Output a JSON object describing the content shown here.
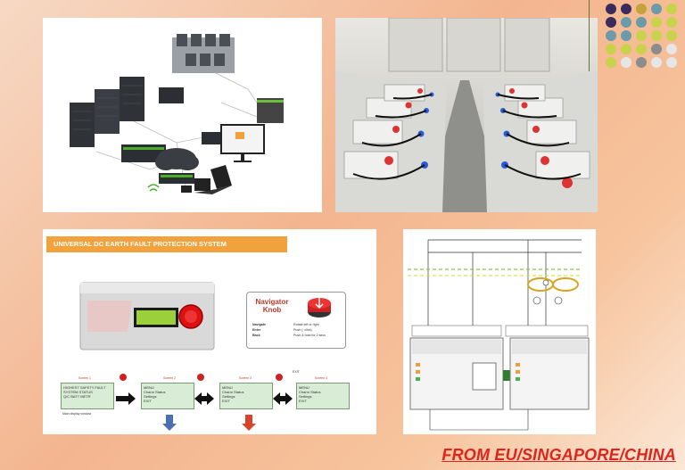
{
  "efps": {
    "title": "UNIVERSAL DC EARTH FAULT PROTECTION SYSTEM",
    "knob": {
      "title_line1": "Navigator",
      "title_line2": "Knob",
      "rows": [
        {
          "label": "Navigate",
          "desc": "Rotate left or right"
        },
        {
          "label": "Enter",
          "desc": "Push (: click)"
        },
        {
          "label": "Back",
          "desc": "Push & hold for 2 secs"
        }
      ]
    },
    "screens": [
      {
        "label": "Screen 1",
        "lines": [
          "HIGHEST SAFETY FAULT",
          "SYSTEM STATUS",
          "Q/C BATT METR"
        ]
      },
      {
        "label": "Screen 2",
        "lines": [
          "MENU",
          "Charm Status",
          "Settings",
          "EXIT"
        ]
      },
      {
        "label": "Screen 3",
        "lines": [
          "MENU",
          "Charm Status",
          "Settings",
          "EXIT"
        ]
      },
      {
        "label": "Screen 4",
        "lines": [
          "MENU",
          "Charm Status",
          "Settings",
          "EXIT"
        ]
      }
    ],
    "main_display_label": "Main display window",
    "exit_label": "EXIT"
  },
  "footer": {
    "text": "FROM EU/SINGAPORE/CHINA"
  },
  "decor": {
    "dot_colors": [
      "#3b2a5c",
      "#c4a33a",
      "#6b9aa8",
      "#8c8c8c",
      "#c8d24a",
      "#e6e6e6"
    ]
  }
}
